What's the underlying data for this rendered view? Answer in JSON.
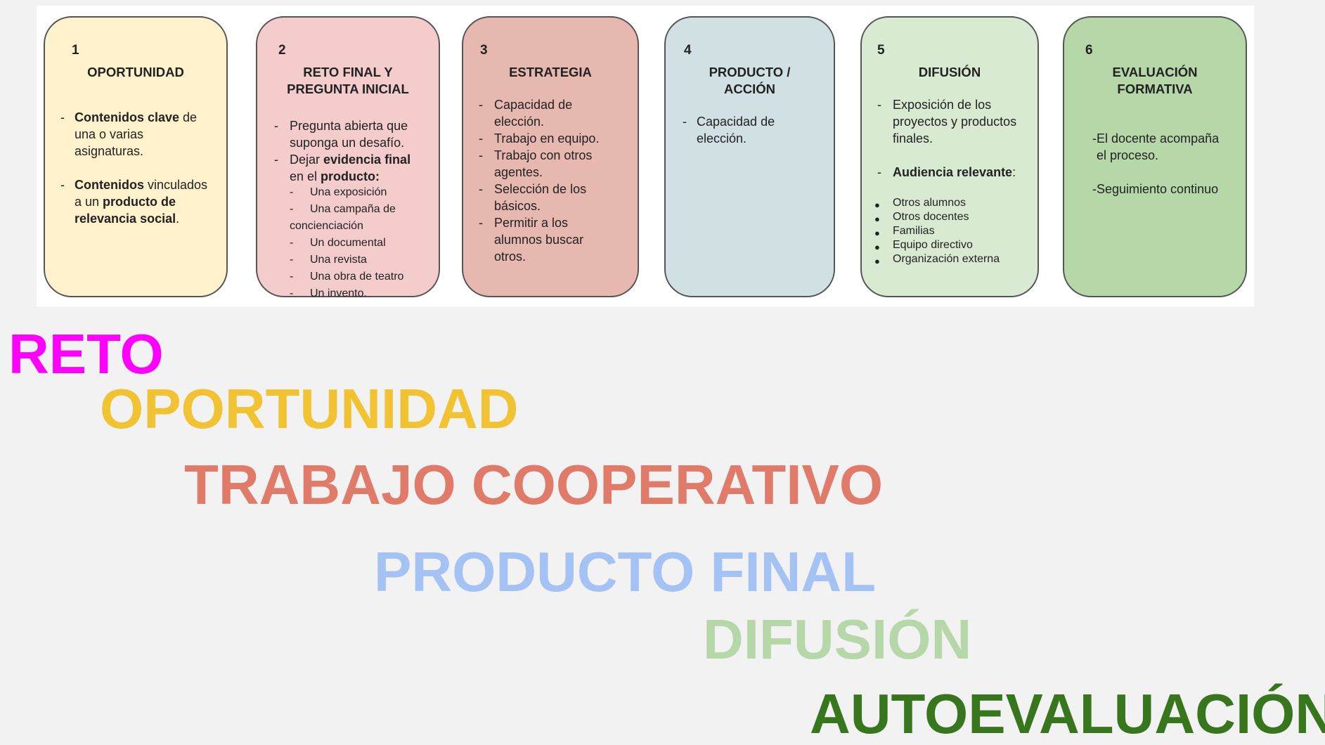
{
  "colors": {
    "background": "#f2f2f2",
    "card1": "#fff2cc",
    "card2": "#f4cccc",
    "card3": "#e6b8af",
    "card4": "#d0e0e3",
    "card5": "#d9ead3",
    "card6": "#b6d7a8",
    "reto": "#ff00ff",
    "oportunidad": "#f1c232",
    "trabajo": "#e07b6a",
    "producto": "#a4c2f4",
    "difusion": "#b6d7a8",
    "autoevaluacion": "#38761d"
  },
  "cards": [
    {
      "number": "1",
      "title": "OPORTUNIDAD",
      "items": [
        {
          "bold": "Contenidos clave",
          "rest": " de"
        },
        {
          "text": "una o varias"
        },
        {
          "text": "asignaturas."
        },
        {
          "bold": "Contenidos",
          "rest": " vinculados"
        },
        {
          "text": "a un ",
          "bold2": "producto de"
        },
        {
          "bold": "relevancia social",
          "rest": "."
        }
      ]
    },
    {
      "number": "2",
      "title": "RETO FINAL Y\nPREGUNTA INICIAL",
      "items": [
        {
          "text": "Pregunta abierta que"
        },
        {
          "text": "suponga un desafío."
        },
        {
          "text": "Dejar ",
          "bold2": "evidencia final"
        },
        {
          "text": "en el ",
          "bold2": "producto:"
        },
        {
          "text": "Una exposición"
        },
        {
          "text": "Una campaña de"
        },
        {
          "text": "concienciación"
        },
        {
          "text": "Un documental"
        },
        {
          "text": "Una revista"
        },
        {
          "text": "Una obra de teatro"
        },
        {
          "text": "Un invento."
        }
      ]
    },
    {
      "number": "3",
      "title": "ESTRATEGIA",
      "items": [
        {
          "text": "Capacidad de"
        },
        {
          "text": "elección."
        },
        {
          "text": "Trabajo en equipo."
        },
        {
          "text": "Trabajo con otros"
        },
        {
          "text": "agentes."
        },
        {
          "text": "Selección de los"
        },
        {
          "text": "básicos."
        },
        {
          "text": "Permitir a los"
        },
        {
          "text": "alumnos buscar"
        },
        {
          "text": "otros."
        }
      ]
    },
    {
      "number": "4",
      "title": "PRODUCTO /\nACCIÓN",
      "items": [
        {
          "text": "Capacidad de"
        },
        {
          "text": "elección."
        }
      ]
    },
    {
      "number": "5",
      "title": "DIFUSIÓN",
      "items": [
        {
          "text": "Exposición de los"
        },
        {
          "text": "proyectos y productos"
        },
        {
          "text": "finales."
        },
        {
          "bold": "Audiencia relevante",
          "rest": ":"
        },
        {
          "text": "Otros alumnos"
        },
        {
          "text": "Otros docentes"
        },
        {
          "text": "Familias"
        },
        {
          "text": "Equipo directivo"
        },
        {
          "text": "Organización externa"
        }
      ]
    },
    {
      "number": "6",
      "title": "EVALUACIÓN\nFORMATIVA",
      "items": [
        {
          "text": "-El docente acompaña"
        },
        {
          "text": "el proceso."
        },
        {
          "text": "-Seguimiento continuo"
        }
      ]
    }
  ],
  "words": {
    "reto": "RETO",
    "oportunidad": "OPORTUNIDAD",
    "trabajo": "TRABAJO COOPERATIVO",
    "producto": "PRODUCTO FINAL",
    "difusion": "DIFUSIÓN",
    "autoevaluacion": "AUTOEVALUACIÓN"
  }
}
